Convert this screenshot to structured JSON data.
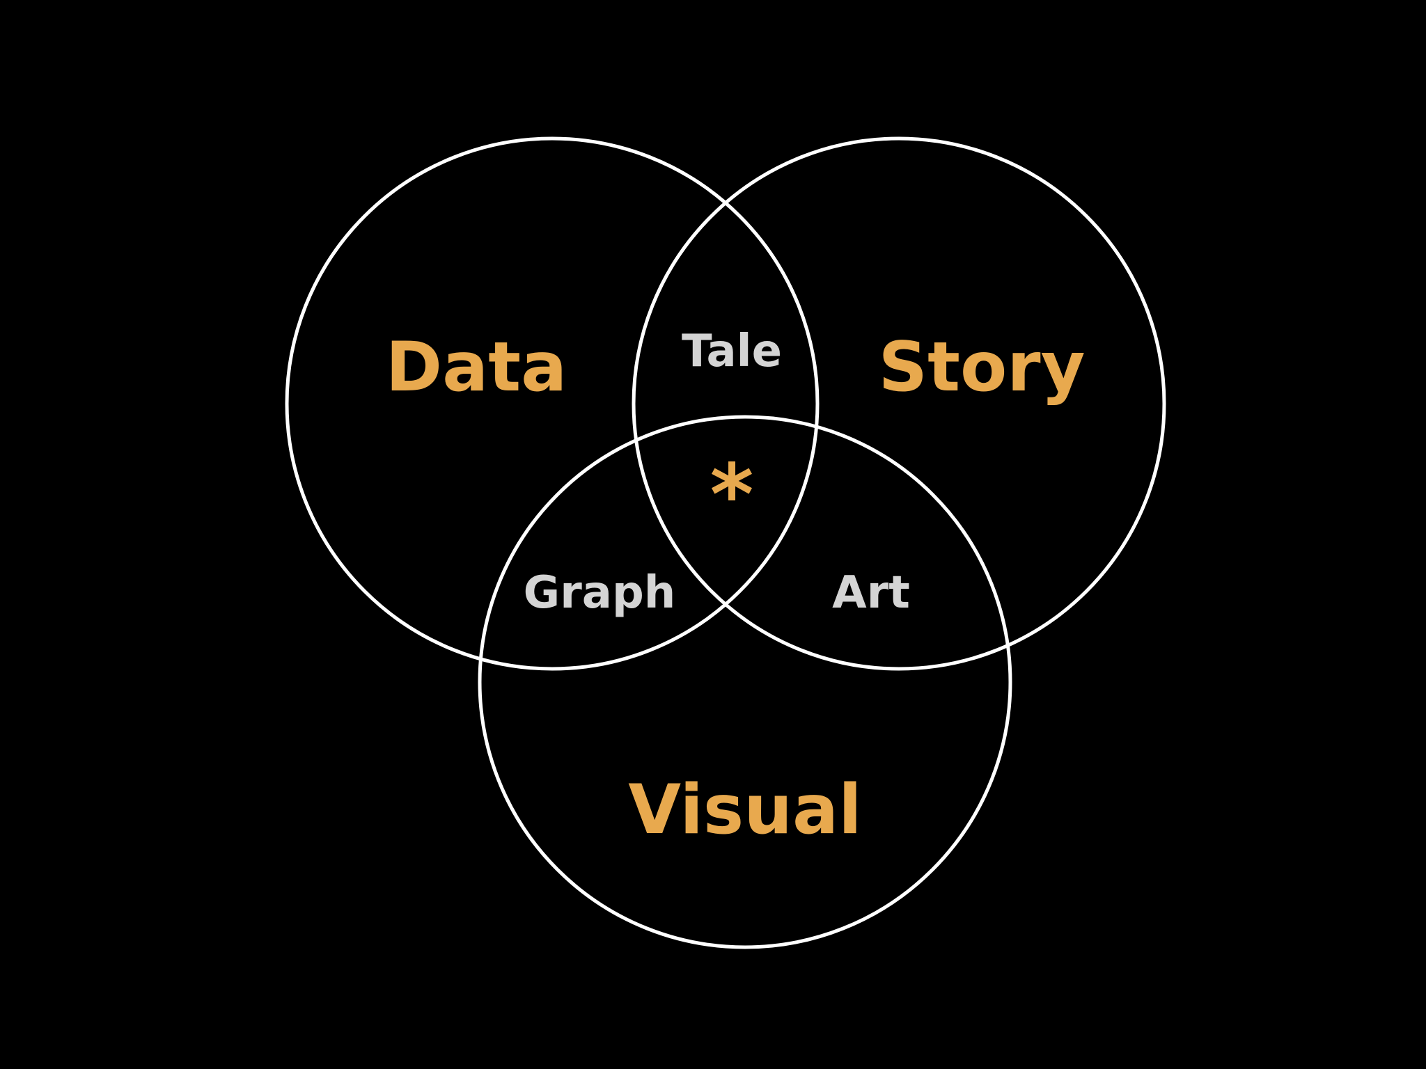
{
  "colors": {
    "background": "#000000",
    "circle_stroke": "#ffffff",
    "primary_label": "#e8a94e",
    "overlap_label": "#d4d4d4"
  },
  "sets": {
    "data": "Data",
    "story": "Story",
    "visual": "Visual"
  },
  "intersections": {
    "data_story": "Tale",
    "data_visual": "Graph",
    "story_visual": "Art",
    "all_three": "*"
  }
}
